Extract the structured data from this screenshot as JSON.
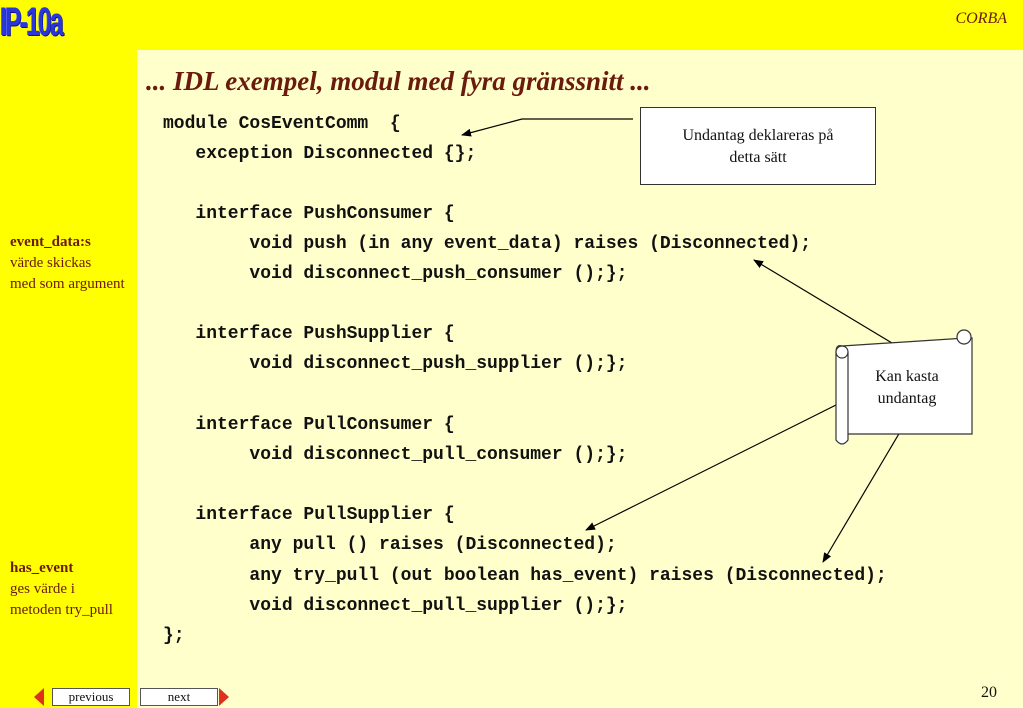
{
  "header": {
    "logo": "IP-10a",
    "tag": "CORBA"
  },
  "title": "... IDL exempel, modul med fyra gränssnitt ...",
  "code_lines": [
    "module CosEventComm  {",
    "   exception Disconnected {};",
    "",
    "   interface PushConsumer {",
    "        void push (in any event_data) raises (Disconnected);",
    "        void disconnect_push_consumer ();};",
    "",
    "   interface PushSupplier {",
    "        void disconnect_push_supplier ();};",
    "",
    "   interface PullConsumer {",
    "        void disconnect_pull_consumer ();};",
    "",
    "   interface PullSupplier {",
    "        any pull () raises (Disconnected);",
    "        any try_pull (out boolean has_event) raises (Disconnected);",
    "        void disconnect_pull_supplier ();};",
    "};"
  ],
  "side_notes": {
    "event_data": {
      "term": "event_data:s",
      "line1": "värde skickas",
      "line2": "med som argument"
    },
    "has_event": {
      "term": "has_event",
      "line1": "ges värde i",
      "line2": "metoden try_pull"
    }
  },
  "callouts": {
    "box": {
      "line1": "Undantag deklareras på",
      "line2": "detta sätt"
    },
    "scroll": {
      "line1": "Kan kasta",
      "line2": "undantag"
    }
  },
  "footer": {
    "page": "20",
    "previous": "previous",
    "next": "next"
  },
  "colors": {
    "background": "#FFFF00",
    "content": "#FFFFCC",
    "title": "#6B1A0E",
    "logo": "#2A36D8",
    "nav_arrow": "#E0301E"
  }
}
